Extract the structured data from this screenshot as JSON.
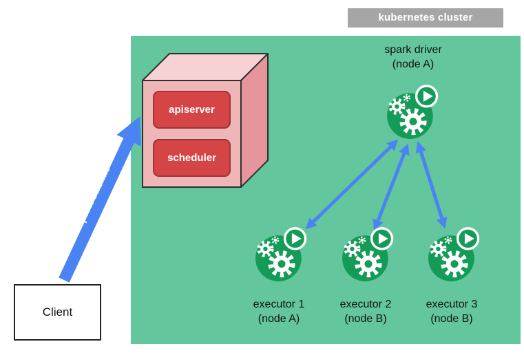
{
  "header": {
    "cluster_label": "kubernetes cluster"
  },
  "control_plane": {
    "apiserver_label": "apiserver",
    "scheduler_label": "scheduler"
  },
  "driver": {
    "title": "spark driver",
    "node": "(node A)"
  },
  "executors": [
    {
      "title": "executor 1",
      "node": "(node A)"
    },
    {
      "title": "executor 2",
      "node": "(node B)"
    },
    {
      "title": "executor 3",
      "node": "(node B)"
    }
  ],
  "client": {
    "label": "Client"
  },
  "arrows": {
    "spark_submit_label": "spark-submit"
  },
  "colors": {
    "cluster_bg": "#63c69c",
    "cluster_label_bg": "#a6a6a6",
    "box_red": "#d64545",
    "cube_front": "#efb6b8",
    "cube_top": "#f7d2d4",
    "cube_side": "#e6959c",
    "pod_green": "#149b57",
    "arrow_blue": "#4a84f4",
    "text_dark": "#111111"
  }
}
